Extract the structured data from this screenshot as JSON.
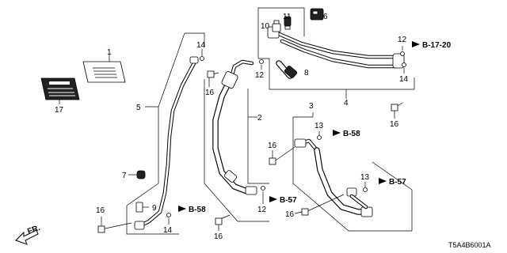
{
  "callouts": {
    "c1": "1",
    "c2": "2",
    "c3": "3",
    "c4": "4",
    "c5": "5",
    "c6": "6",
    "c7": "7",
    "c8": "8",
    "c9": "9",
    "c10": "10",
    "c11": "11",
    "c12a": "12",
    "c12b": "12",
    "c12c": "12",
    "c13a": "13",
    "c13b": "13",
    "c14a": "14",
    "c14b": "14",
    "c14c": "14",
    "c16a": "16",
    "c16b": "16",
    "c16c": "16",
    "c16d": "16",
    "c16e": "16",
    "c16f": "16",
    "c17": "17"
  },
  "references": {
    "ref_b1720": "B-17-20",
    "ref_b58_top": "B-58",
    "ref_b58_bottom": "B-58",
    "ref_b57_center": "B-57",
    "ref_b57_right": "B-57"
  },
  "direction_label": "FR.",
  "diagram_code": "T5A4B6001A"
}
